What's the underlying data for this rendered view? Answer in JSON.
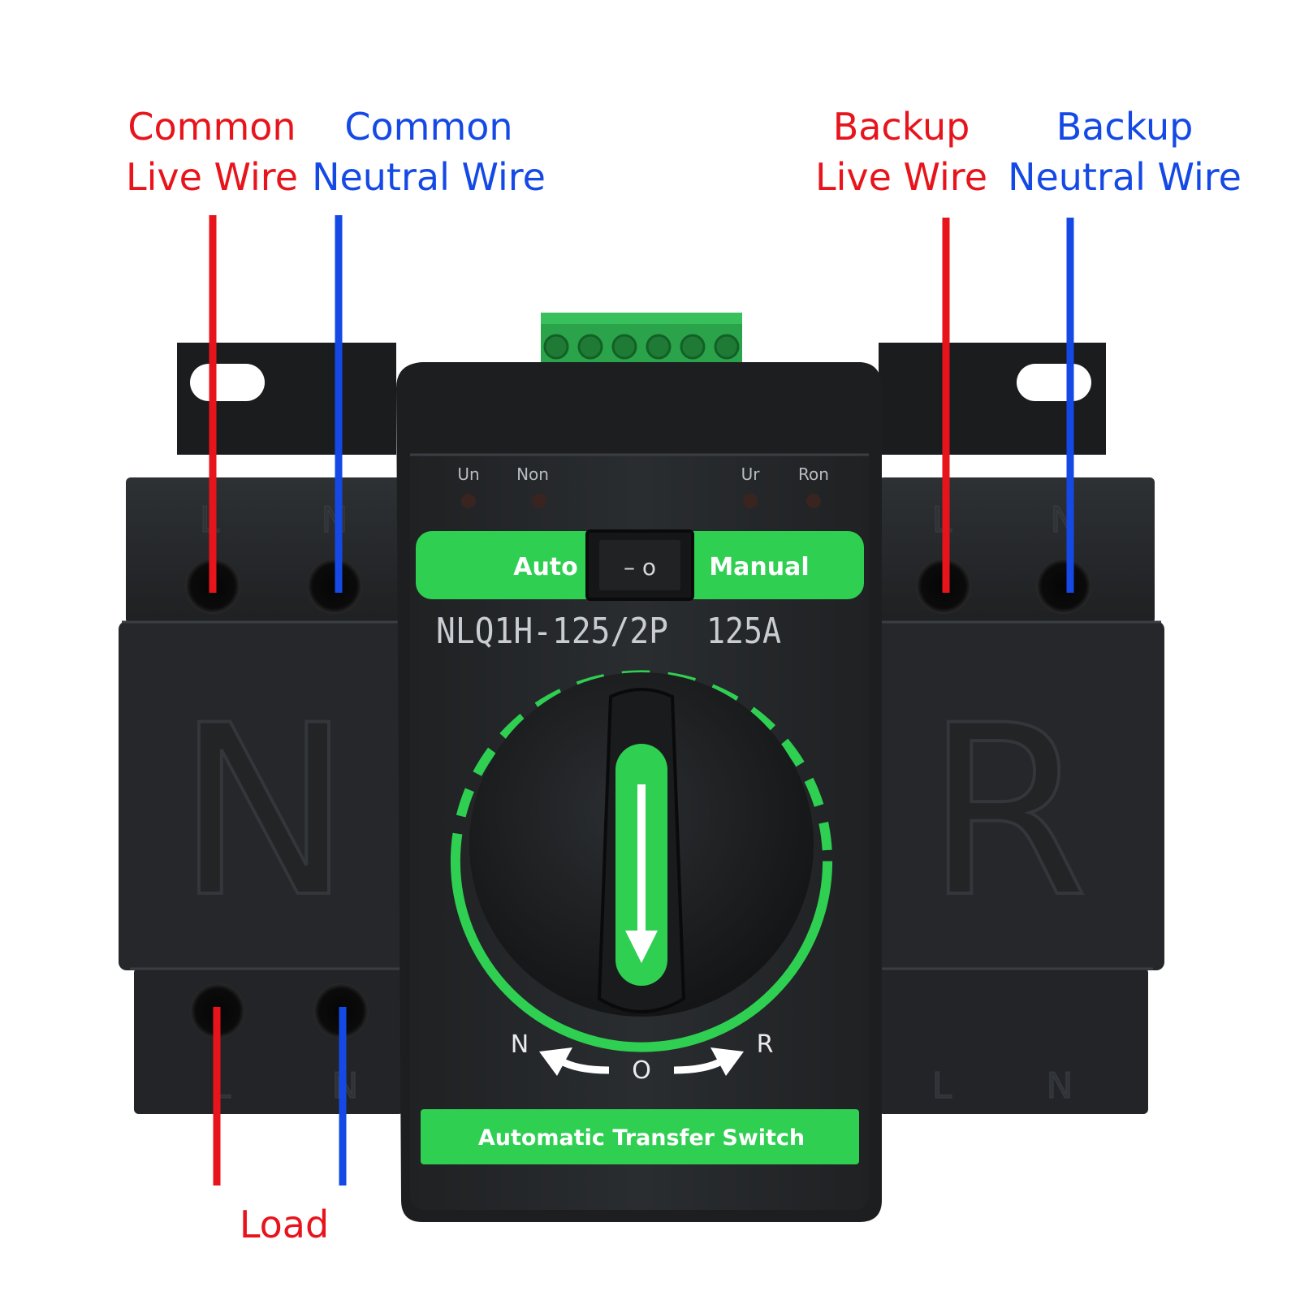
{
  "callouts": {
    "common_live": [
      "Common",
      "Live Wire"
    ],
    "common_neutral": [
      "Common",
      "Neutral Wire"
    ],
    "backup_live": [
      "Backup",
      "Live Wire"
    ],
    "backup_neutral": [
      "Backup",
      "Neutral Wire"
    ],
    "load": "Load"
  },
  "colors": {
    "live": "#e8141c",
    "neutral": "#1549e6",
    "accent_green": "#2fcf52",
    "housing": "#26282a"
  },
  "device": {
    "indicators": [
      "Un",
      "Non",
      "Ur",
      "Ron"
    ],
    "mode_auto": "Auto",
    "mode_manual": "Manual",
    "rocker_symbols": "– o",
    "model": "NLQ1H-125/2P",
    "rating": "125A",
    "positions": {
      "left": "N",
      "center": "O",
      "right": "R"
    },
    "footer": "Automatic Transfer Switch",
    "module_left_letter": "N",
    "module_right_letter": "R",
    "terminal_letters": {
      "live": "L",
      "neutral": "N"
    }
  }
}
